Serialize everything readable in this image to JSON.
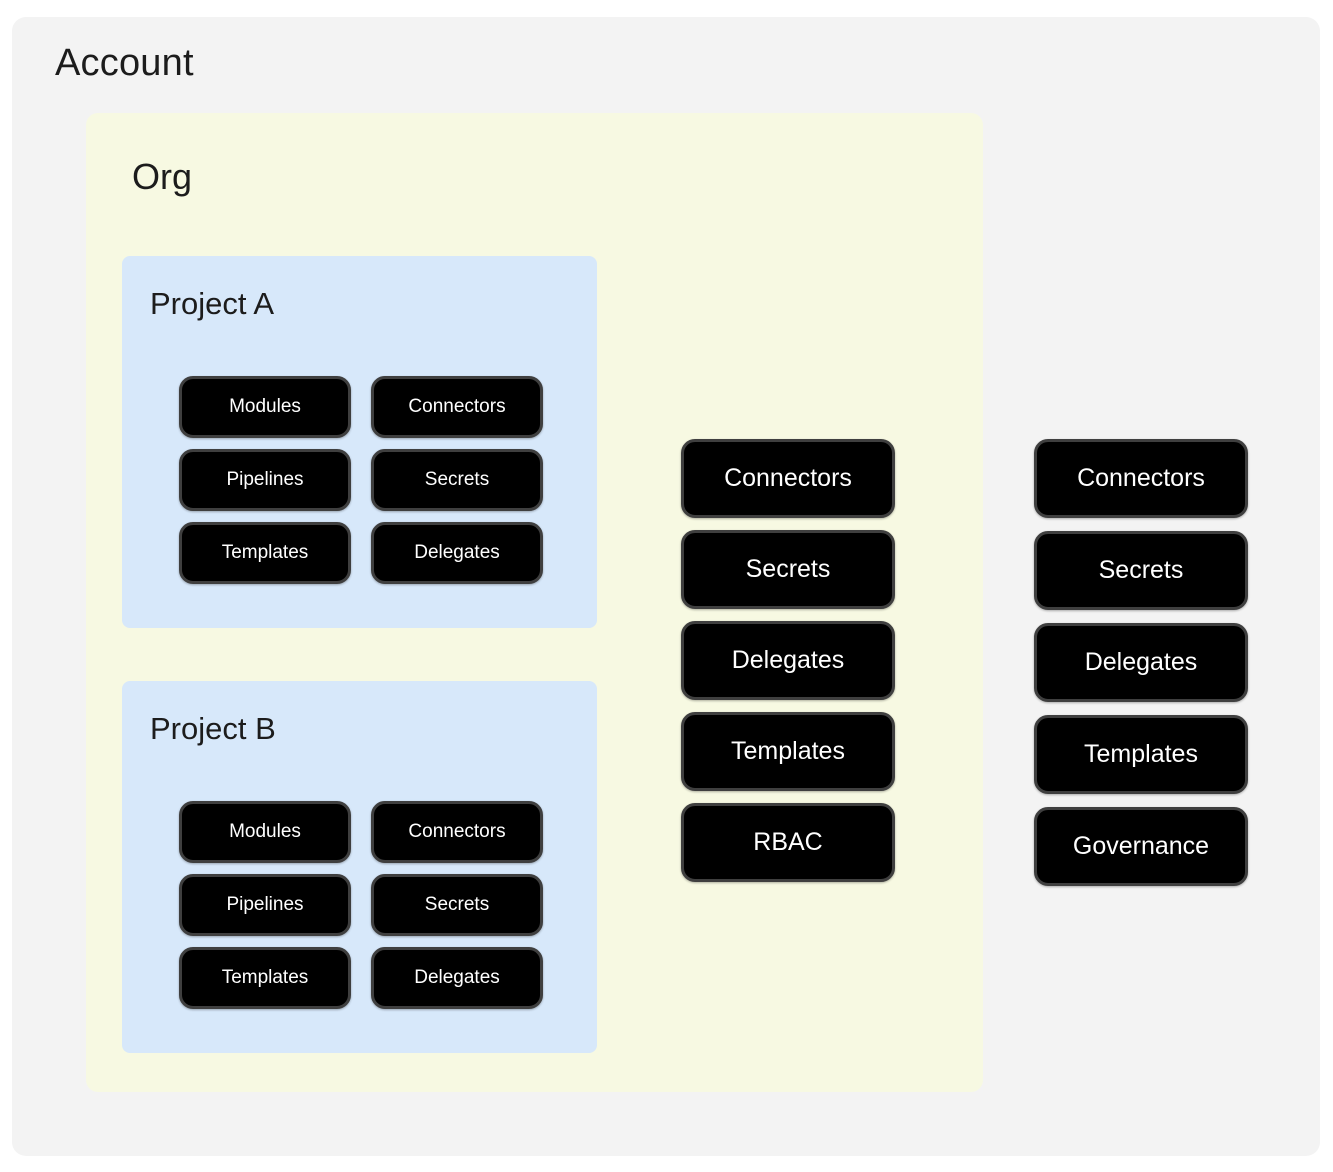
{
  "colors": {
    "page_bg": "#ffffff",
    "account_bg": "#f3f3f3",
    "org_bg": "#f7f9e2",
    "project_bg": "#d7e8fa",
    "pill_bg": "#000000",
    "pill_border": "#3f3f3f",
    "pill_text": "#ffffff",
    "title_text": "#1c1c1c"
  },
  "account": {
    "title": "Account",
    "items": [
      "Connectors",
      "Secrets",
      "Delegates",
      "Templates",
      "Governance"
    ],
    "org": {
      "title": "Org",
      "items": [
        "Connectors",
        "Secrets",
        "Delegates",
        "Templates",
        "RBAC"
      ],
      "projects": [
        {
          "title": "Project A",
          "items": [
            "Modules",
            "Connectors",
            "Pipelines",
            "Secrets",
            "Templates",
            "Delegates"
          ]
        },
        {
          "title": "Project B",
          "items": [
            "Modules",
            "Connectors",
            "Pipelines",
            "Secrets",
            "Templates",
            "Delegates"
          ]
        }
      ]
    }
  }
}
